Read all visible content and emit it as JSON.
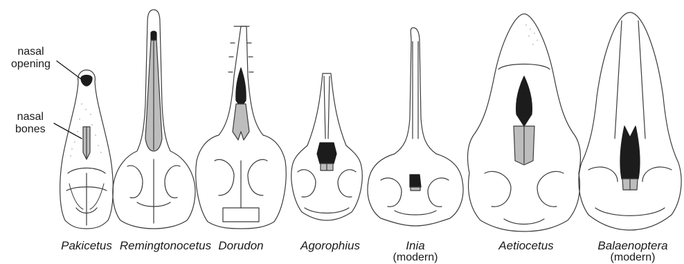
{
  "annotations": {
    "nasal_opening": [
      "nasal",
      "opening"
    ],
    "nasal_bones": [
      "nasal",
      "bones"
    ]
  },
  "species": [
    {
      "name": "Pakicetus",
      "note": ""
    },
    {
      "name": "Remingtonocetus",
      "note": ""
    },
    {
      "name": "Dorudon",
      "note": ""
    },
    {
      "name": "Agorophius",
      "note": ""
    },
    {
      "name": "Inia",
      "note": "(modern)"
    },
    {
      "name": "Aetiocetus",
      "note": ""
    },
    {
      "name": "Balaenoptera",
      "note": "(modern)"
    }
  ],
  "colors": {
    "outline": "#3a3a3a",
    "nasal_opening": "#1c1c1c",
    "nasal_bones": "#bdbdbd",
    "background": "#ffffff"
  }
}
